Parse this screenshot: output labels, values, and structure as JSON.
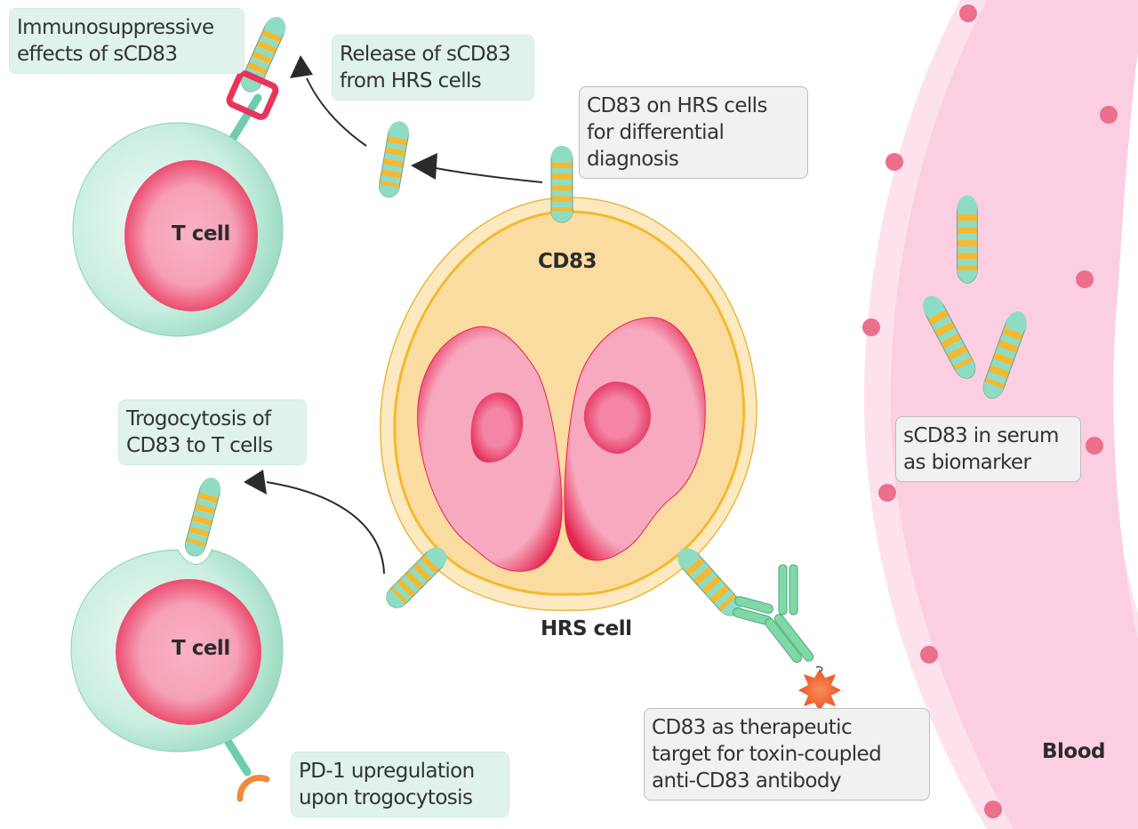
{
  "labels": {
    "immunosuppressive": "Immunosuppressive\neffects of sCD83",
    "release": "Release of sCD83\nfrom HRS cells",
    "diagnosis": "CD83 on HRS cells\nfor differential\ndiagnosis",
    "trogocytosis": "Trogocytosis of\nCD83 to T cells",
    "pd1": "PD-1 upregulation\nupon trogocytosis",
    "therapeutic": "CD83 as therapeutic\ntarget for toxin-coupled\nanti-CD83 antibody",
    "biomarker": "sCD83 in serum\nas biomarker"
  },
  "cell_names": {
    "t_cell_top": "T cell",
    "t_cell_bottom": "T cell",
    "hrs_cell": "HRS cell",
    "cd83": "CD83",
    "blood": "Blood"
  },
  "colors": {
    "label_green_bg": "#dff3ea",
    "label_grey_bg": "#f1f1f1",
    "cd83_yellow": "#f5b82e",
    "cd83_teal": "#8fdcc4",
    "t_cell_outer": "#bfead9",
    "t_cell_inner": "#f0567a",
    "hrs_cytoplasm": "#fbdca0",
    "hrs_membrane": "#f3c34f",
    "nucleus": "#f6a5bd",
    "nucleus_edge": "#e5234f",
    "blood_vessel": "#fbcfe0",
    "blood_wall": "#fde3ee",
    "endothelial_nucleus": "#ec6f8c",
    "toxin": "#ee5a2a",
    "antibody": "#7fd9a6",
    "pd1": "#f08a3c",
    "receptor_red": "#e8345b"
  }
}
